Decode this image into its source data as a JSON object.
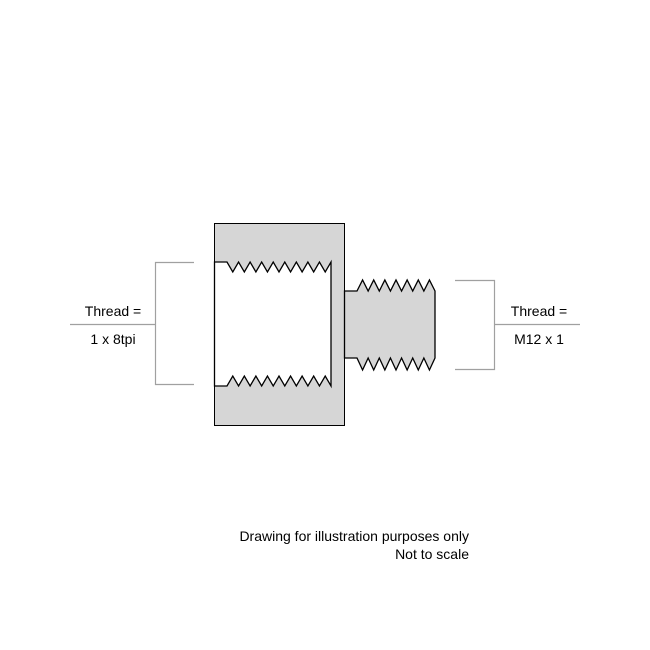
{
  "left_label": {
    "line1": "Thread =",
    "line2": "1 x 8tpi"
  },
  "right_label": {
    "line1": "Thread =",
    "line2": "M12 x 1"
  },
  "footer": {
    "line1": "Drawing for illustration purposes only",
    "line2": "Not to scale"
  },
  "colors": {
    "part_fill": "#d6d6d6",
    "outline": "#000000",
    "leader": "#a0a0a0"
  }
}
